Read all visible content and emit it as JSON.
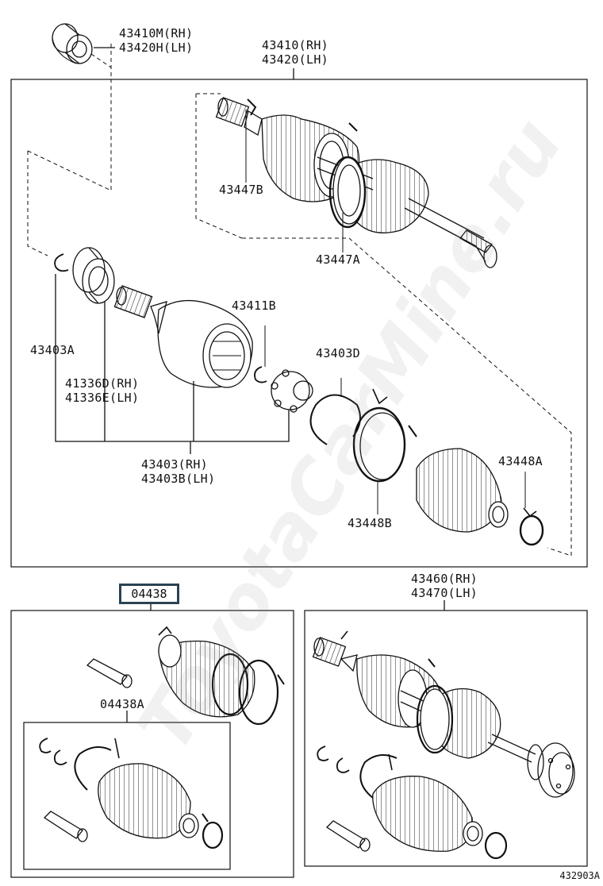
{
  "watermark": "ToyotaCarMine.ru",
  "diagram_ref": "432903A",
  "labels": {
    "seal_43410m": "43410M(RH)",
    "seal_43420h": "43420H(LH)",
    "shaft_43410": "43410(RH)",
    "shaft_43420": "43420(LH)",
    "clamp_43447b": "43447B",
    "clamp_43447a": "43447A",
    "clamp_43411b": "43411B",
    "snap_43403a": "43403A",
    "dust_41336d": "41336D(RH)",
    "dust_41336e": "41336E(LH)",
    "ring_43403d": "43403D",
    "joint_43403": "43403(RH)",
    "joint_43403b": "43403B(LH)",
    "boot_43448a": "43448A",
    "clamp_43448b": "43448B",
    "kit_04438": "04438",
    "kit_04438a": "04438A",
    "assy_43460": "43460(RH)",
    "assy_43470": "43470(LH)"
  }
}
